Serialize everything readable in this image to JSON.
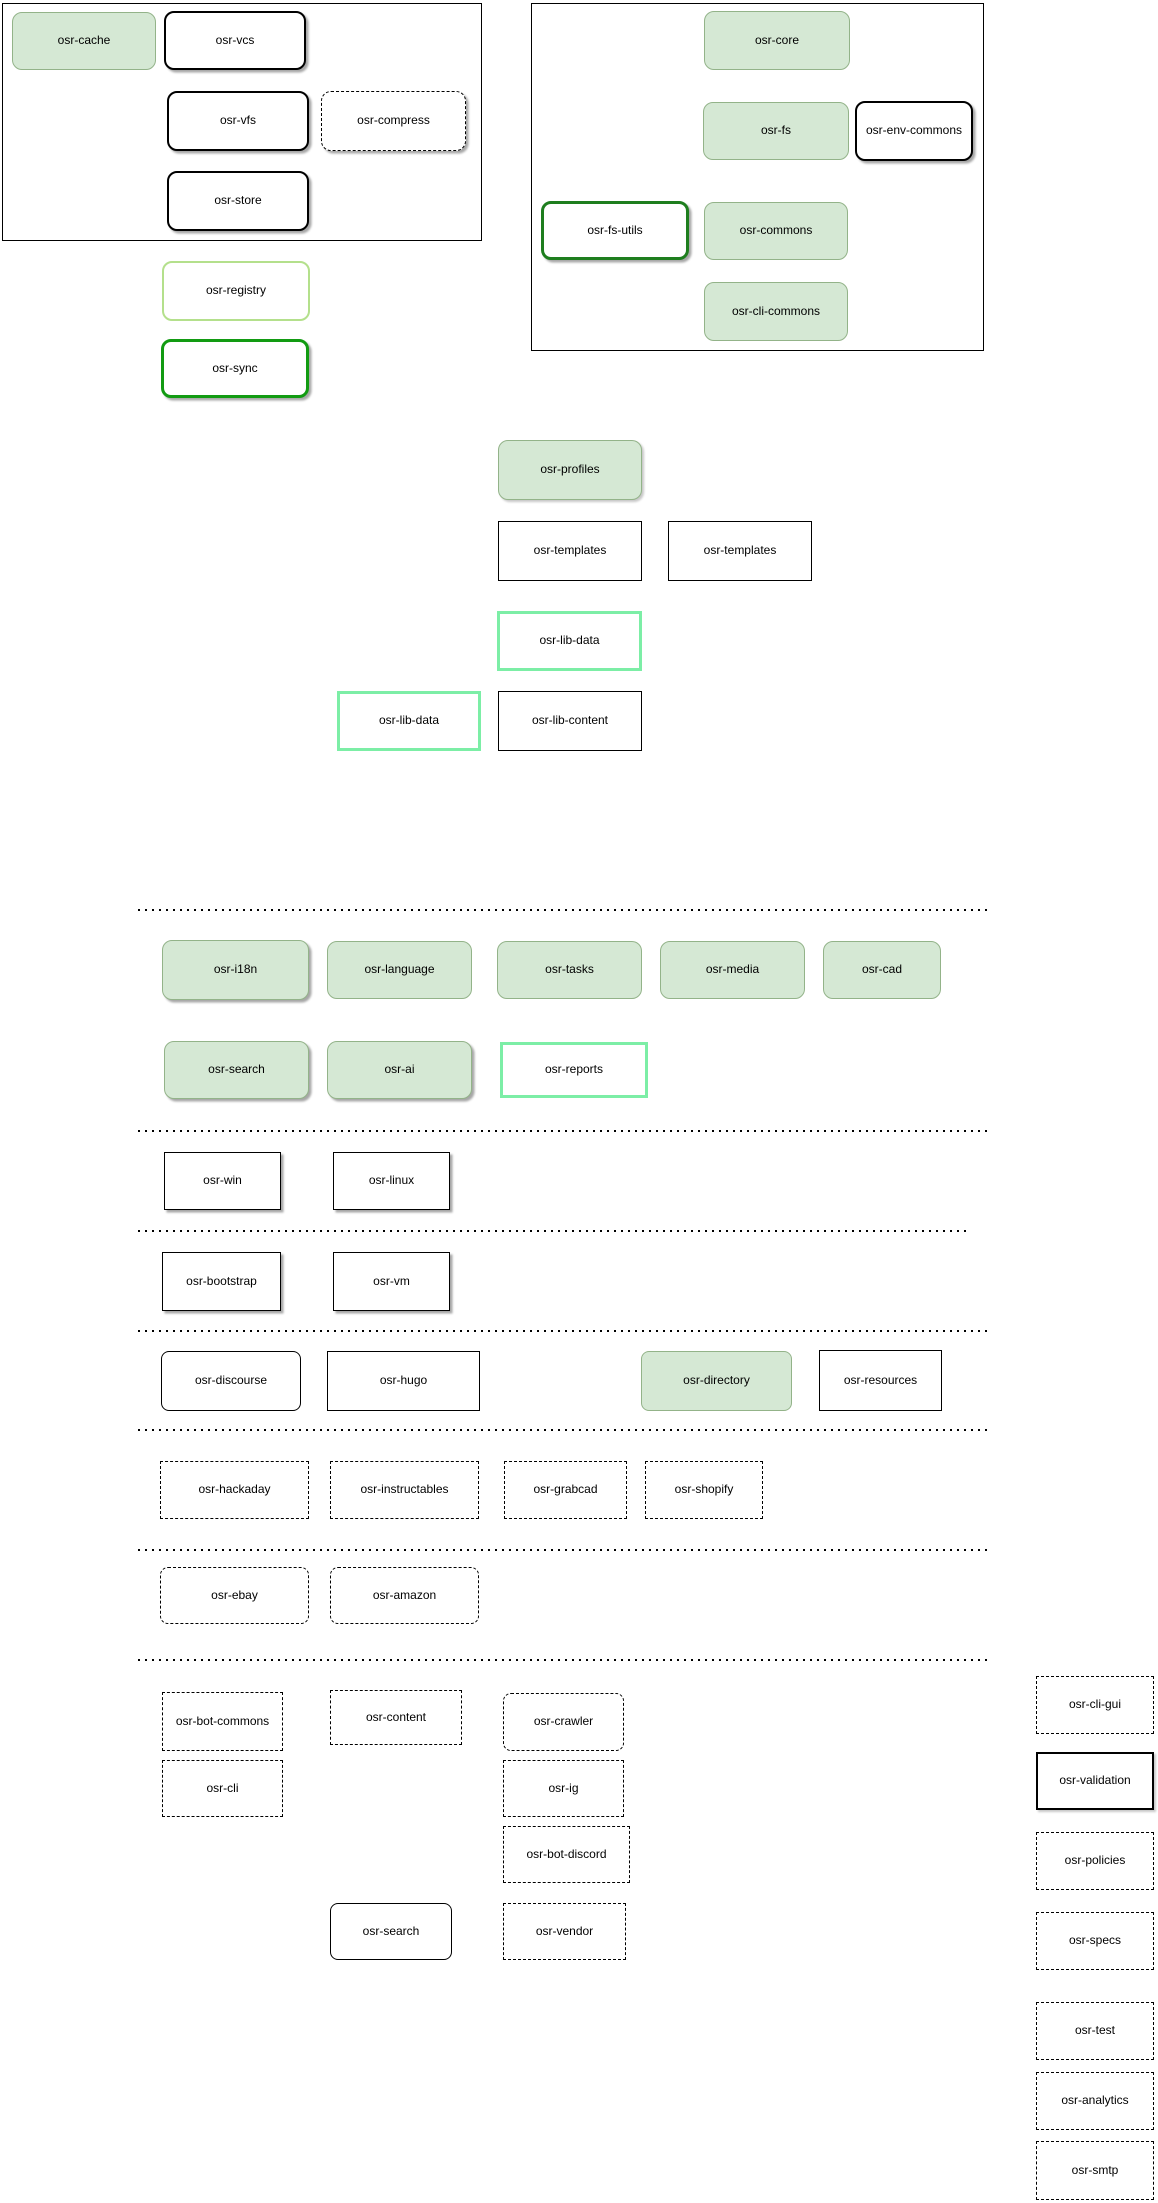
{
  "colors": {
    "green_fill": "#d5e8d4",
    "green_border": "#93b389",
    "mint": "#7ceea6",
    "light_green": "#b4e08c",
    "dark_green": "#129b12",
    "forest_green": "#1e7e1e"
  },
  "nodes": {
    "cache": {
      "label": "osr-cache"
    },
    "vcs": {
      "label": "osr-vcs"
    },
    "vfs": {
      "label": "osr-vfs"
    },
    "compress": {
      "label": "osr-compress"
    },
    "store": {
      "label": "osr-store"
    },
    "registry": {
      "label": "osr-registry"
    },
    "sync": {
      "label": "osr-sync"
    },
    "core": {
      "label": "osr-core"
    },
    "fs": {
      "label": "osr-fs"
    },
    "env_commons": {
      "label": "osr-env-commons"
    },
    "fs_utils": {
      "label": "osr-fs-utils"
    },
    "commons": {
      "label": "osr-commons"
    },
    "cli_commons": {
      "label": "osr-cli-commons"
    },
    "profiles": {
      "label": "osr-profiles"
    },
    "templates_a": {
      "label": "osr-templates"
    },
    "templates_b": {
      "label": "osr-templates"
    },
    "lib_data_a": {
      "label": "osr-lib-data"
    },
    "lib_data_b": {
      "label": "osr-lib-data"
    },
    "lib_content": {
      "label": "osr-lib-content"
    },
    "i18n": {
      "label": "osr-i18n"
    },
    "language": {
      "label": "osr-language"
    },
    "tasks": {
      "label": "osr-tasks"
    },
    "media": {
      "label": "osr-media"
    },
    "cad": {
      "label": "osr-cad"
    },
    "search1": {
      "label": "osr-search"
    },
    "ai": {
      "label": "osr-ai"
    },
    "reports": {
      "label": "osr-reports"
    },
    "win": {
      "label": "osr-win"
    },
    "linux": {
      "label": "osr-linux"
    },
    "bootstrap": {
      "label": "osr-bootstrap"
    },
    "vm": {
      "label": "osr-vm"
    },
    "discourse": {
      "label": "osr-discourse"
    },
    "hugo": {
      "label": "osr-hugo"
    },
    "directory": {
      "label": "osr-directory"
    },
    "resources": {
      "label": "osr-resources"
    },
    "hackaday": {
      "label": "osr-hackaday"
    },
    "instructables": {
      "label": "osr-instructables"
    },
    "grabcad": {
      "label": "osr-grabcad"
    },
    "shopify": {
      "label": "osr-shopify"
    },
    "ebay": {
      "label": "osr-ebay"
    },
    "amazon": {
      "label": "osr-amazon"
    },
    "bot_commons": {
      "label": "osr-bot-commons"
    },
    "content": {
      "label": "osr-content"
    },
    "crawler": {
      "label": "osr-crawler"
    },
    "cli": {
      "label": "osr-cli"
    },
    "ig": {
      "label": "osr-ig"
    },
    "bot_discord": {
      "label": "osr-bot-discord"
    },
    "search2": {
      "label": "osr-search"
    },
    "vendor": {
      "label": "osr-vendor"
    },
    "cli_gui": {
      "label": "osr-cli-gui"
    },
    "validation": {
      "label": "osr-validation"
    },
    "policies": {
      "label": "osr-policies"
    },
    "specs": {
      "label": "osr-specs"
    },
    "test": {
      "label": "osr-test"
    },
    "analytics": {
      "label": "osr-analytics"
    },
    "smtp": {
      "label": "osr-smtp"
    }
  }
}
